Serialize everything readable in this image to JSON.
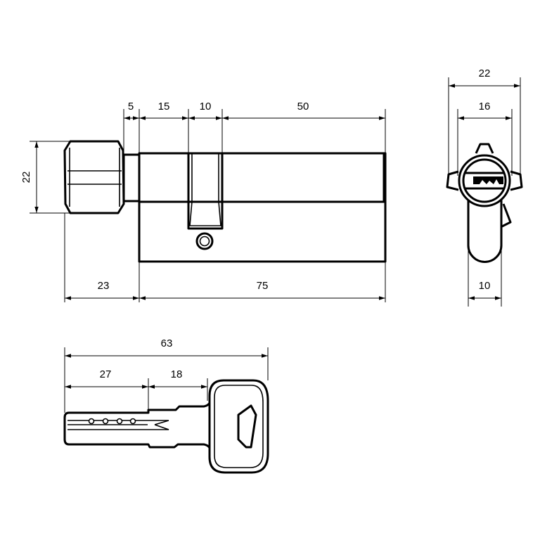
{
  "title": "Cylinder lock with thumb-turn knob and key – dimension drawing",
  "colors": {
    "line": "#000000",
    "background": "#ffffff"
  },
  "cylinder_front": {
    "dims": {
      "d5": "5",
      "d15": "15",
      "d10": "10",
      "d50": "50",
      "height": "22",
      "knob": "23",
      "body": "75"
    }
  },
  "cylinder_side": {
    "dims": {
      "width": "22",
      "inner": "16",
      "tongue": "10"
    }
  },
  "key": {
    "dims": {
      "total": "63",
      "blade": "27",
      "shoulder": "18"
    }
  }
}
